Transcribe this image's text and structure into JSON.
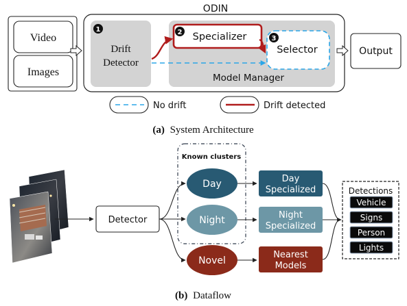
{
  "architecture": {
    "title": "ODIN",
    "inputs": [
      "Video",
      "Images"
    ],
    "drift_detector": [
      "Drift",
      "Detector"
    ],
    "specializer": "Specializer",
    "selector": "Selector",
    "model_manager": "Model Manager",
    "output": "Output",
    "markers": [
      "1",
      "2",
      "3"
    ],
    "legend": {
      "no_drift": "No drift",
      "drift_detected": "Drift detected"
    },
    "caption_prefix": "(a)",
    "caption_text": "System Architecture"
  },
  "dataflow": {
    "detector": "Detector",
    "known_clusters": "Known clusters",
    "clusters": [
      "Day",
      "Night",
      "Novel"
    ],
    "models": [
      [
        "Day",
        "Specialized"
      ],
      [
        "Night",
        "Specialized"
      ],
      [
        "Nearest",
        "Models"
      ]
    ],
    "detections_title": "Detections",
    "detections": [
      "Vehicle",
      "Signs",
      "Person",
      "Lights"
    ],
    "caption_prefix": "(b)",
    "caption_text": "Dataflow"
  },
  "colors": {
    "gray_box": "#d3d3d3",
    "drift_red": "#b01c1c",
    "no_drift_blue": "#2aa6e8",
    "day_blue": "#285a73",
    "night_blue": "#6d97a6",
    "novel_red": "#8b2a1a"
  }
}
